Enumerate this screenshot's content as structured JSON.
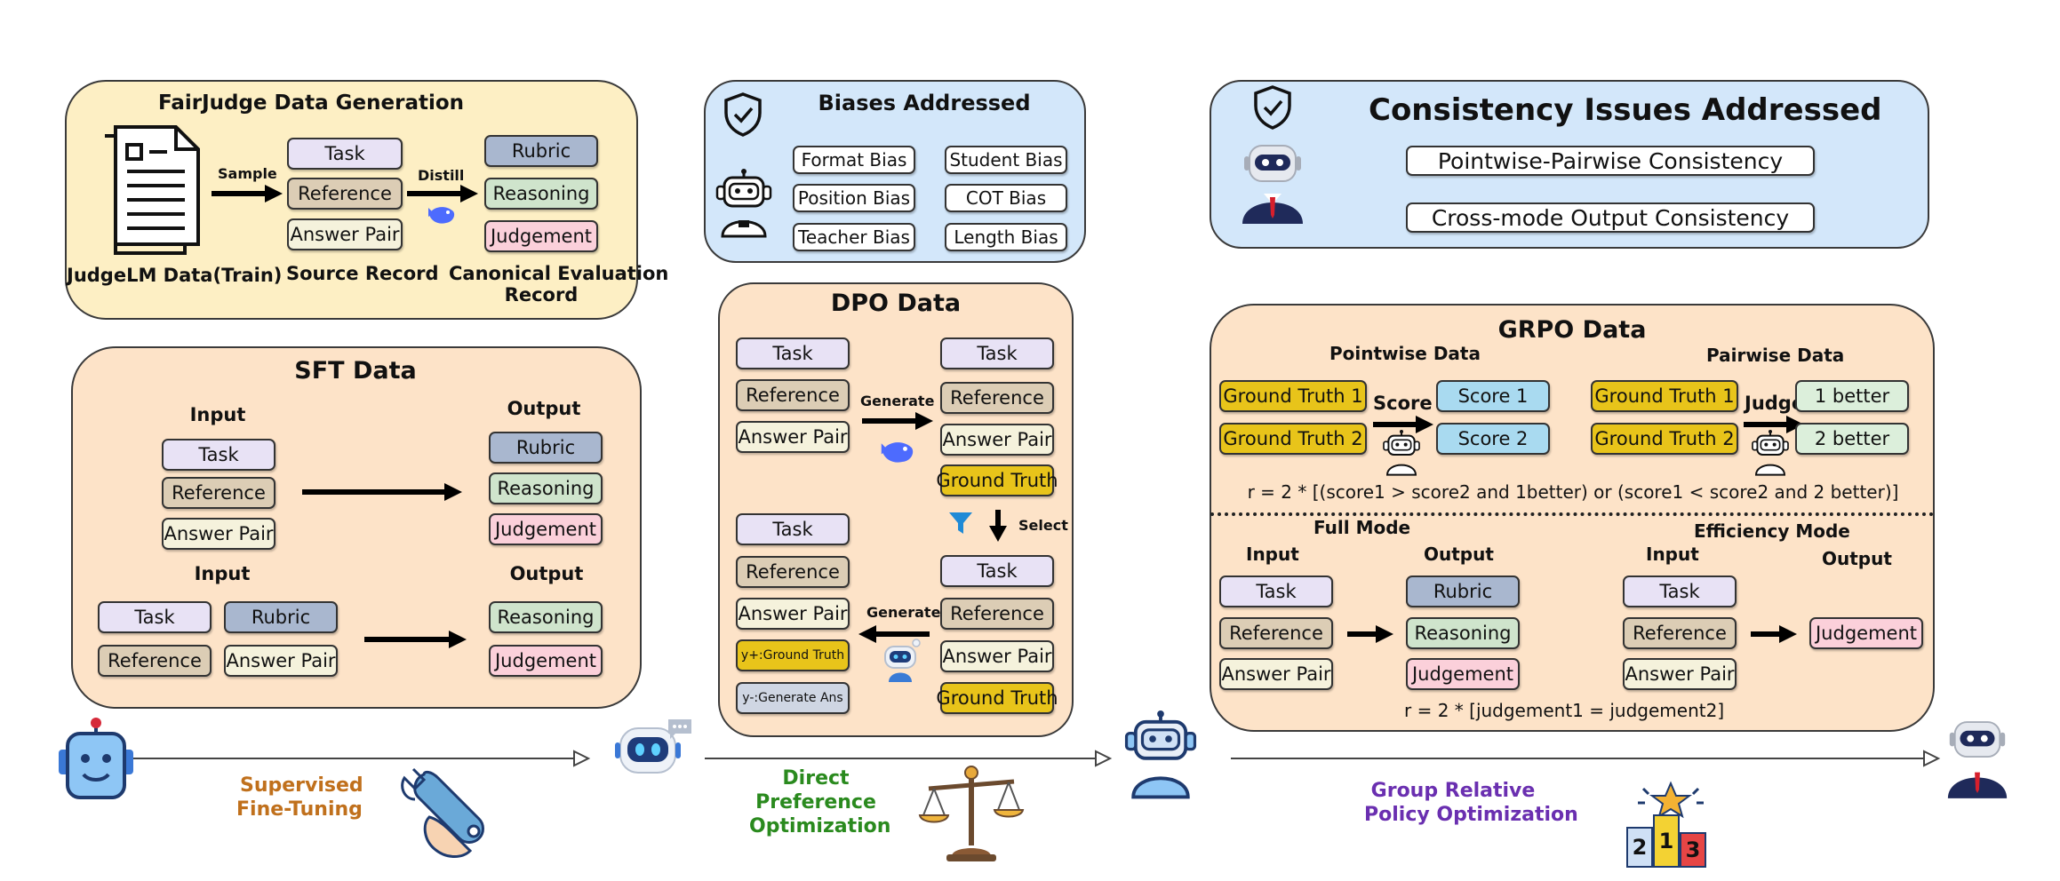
{
  "fairjudge": {
    "title": "FairJudge Data Generation",
    "sample": "Sample",
    "distill": "Distill",
    "source_boxes": [
      "Task",
      "Reference",
      "Answer Pair"
    ],
    "canonical_boxes": [
      "Rubric",
      "Reasoning",
      "Judgement"
    ],
    "caption_judgelm": "JudgeLM Data(Train)",
    "caption_source": "Source Record",
    "caption_canonical_1": "Canonical Evaluation",
    "caption_canonical_2": "Record"
  },
  "biases": {
    "title": "Biases Addressed",
    "items": [
      "Format Bias",
      "Student Bias",
      "Position Bias",
      "COT Bias",
      "Teacher Bias",
      "Length Bias"
    ]
  },
  "consistency": {
    "title": "Consistency Issues Addressed",
    "items": [
      "Pointwise-Pairwise Consistency",
      "Cross-mode Output Consistency"
    ]
  },
  "sft": {
    "title": "SFT Data",
    "input_label": "Input",
    "output_label": "Output",
    "row1_inputs": [
      "Task",
      "Reference",
      "Answer Pair"
    ],
    "row1_outputs": [
      "Rubric",
      "Reasoning",
      "Judgement"
    ],
    "row2_inputs": [
      "Task",
      "Rubric",
      "Reference",
      "Answer Pair"
    ],
    "row2_outputs": [
      "Reasoning",
      "Judgement"
    ]
  },
  "dpo": {
    "title": "DPO Data",
    "generate": "Generate",
    "select": "Select",
    "top_left": [
      "Task",
      "Reference",
      "Answer Pair"
    ],
    "top_right": [
      "Task",
      "Reference",
      "Answer Pair",
      "Ground Truth"
    ],
    "bottom_left": [
      "Task",
      "Reference",
      "Answer Pair",
      "y+:Ground Truth",
      "y-:Generate Ans"
    ],
    "bottom_right": [
      "Task",
      "Reference",
      "Answer Pair",
      "Ground Truth"
    ]
  },
  "grpo": {
    "title": "GRPO Data",
    "pointwise_label": "Pointwise Data",
    "pairwise_label": "Pairwise Data",
    "gt1": "Ground Truth 1",
    "gt2": "Ground Truth 2",
    "score_verb": "Score",
    "judge_verb": "Judge",
    "score1": "Score 1",
    "score2": "Score 2",
    "better1": "1 better",
    "better2": "2 better",
    "formula1": "r = 2 * [(score1 > score2 and 1better) or (score1 < score2 and 2 better)]",
    "full_mode": "Full Mode",
    "efficiency_mode": "Efficiency Mode",
    "input_label": "Input",
    "output_label": "Output",
    "full_inputs": [
      "Task",
      "Reference",
      "Answer Pair"
    ],
    "full_outputs": [
      "Rubric",
      "Reasoning",
      "Judgement"
    ],
    "eff_inputs": [
      "Task",
      "Reference",
      "Answer Pair"
    ],
    "eff_output": "Judgement",
    "formula2": "r = 2 * [judgement1 = judgement2]"
  },
  "stages": {
    "sft_1": "Supervised",
    "sft_2": "Fine-Tuning",
    "dpo_1": "Direct",
    "dpo_2": "Preference",
    "dpo_3": "Optimization",
    "grpo_1": "Group Relative",
    "grpo_2": "Policy Optimization",
    "podium": [
      "2",
      "1",
      "3"
    ]
  },
  "colors": {
    "sft_stage": "#c0701c",
    "dpo_stage": "#2a8a1e",
    "grpo_stage": "#6a2fb0",
    "yellow_panel": "#fdefc4",
    "peach_panel": "#fde3c8",
    "blue_panel": "#d3e7fa"
  }
}
